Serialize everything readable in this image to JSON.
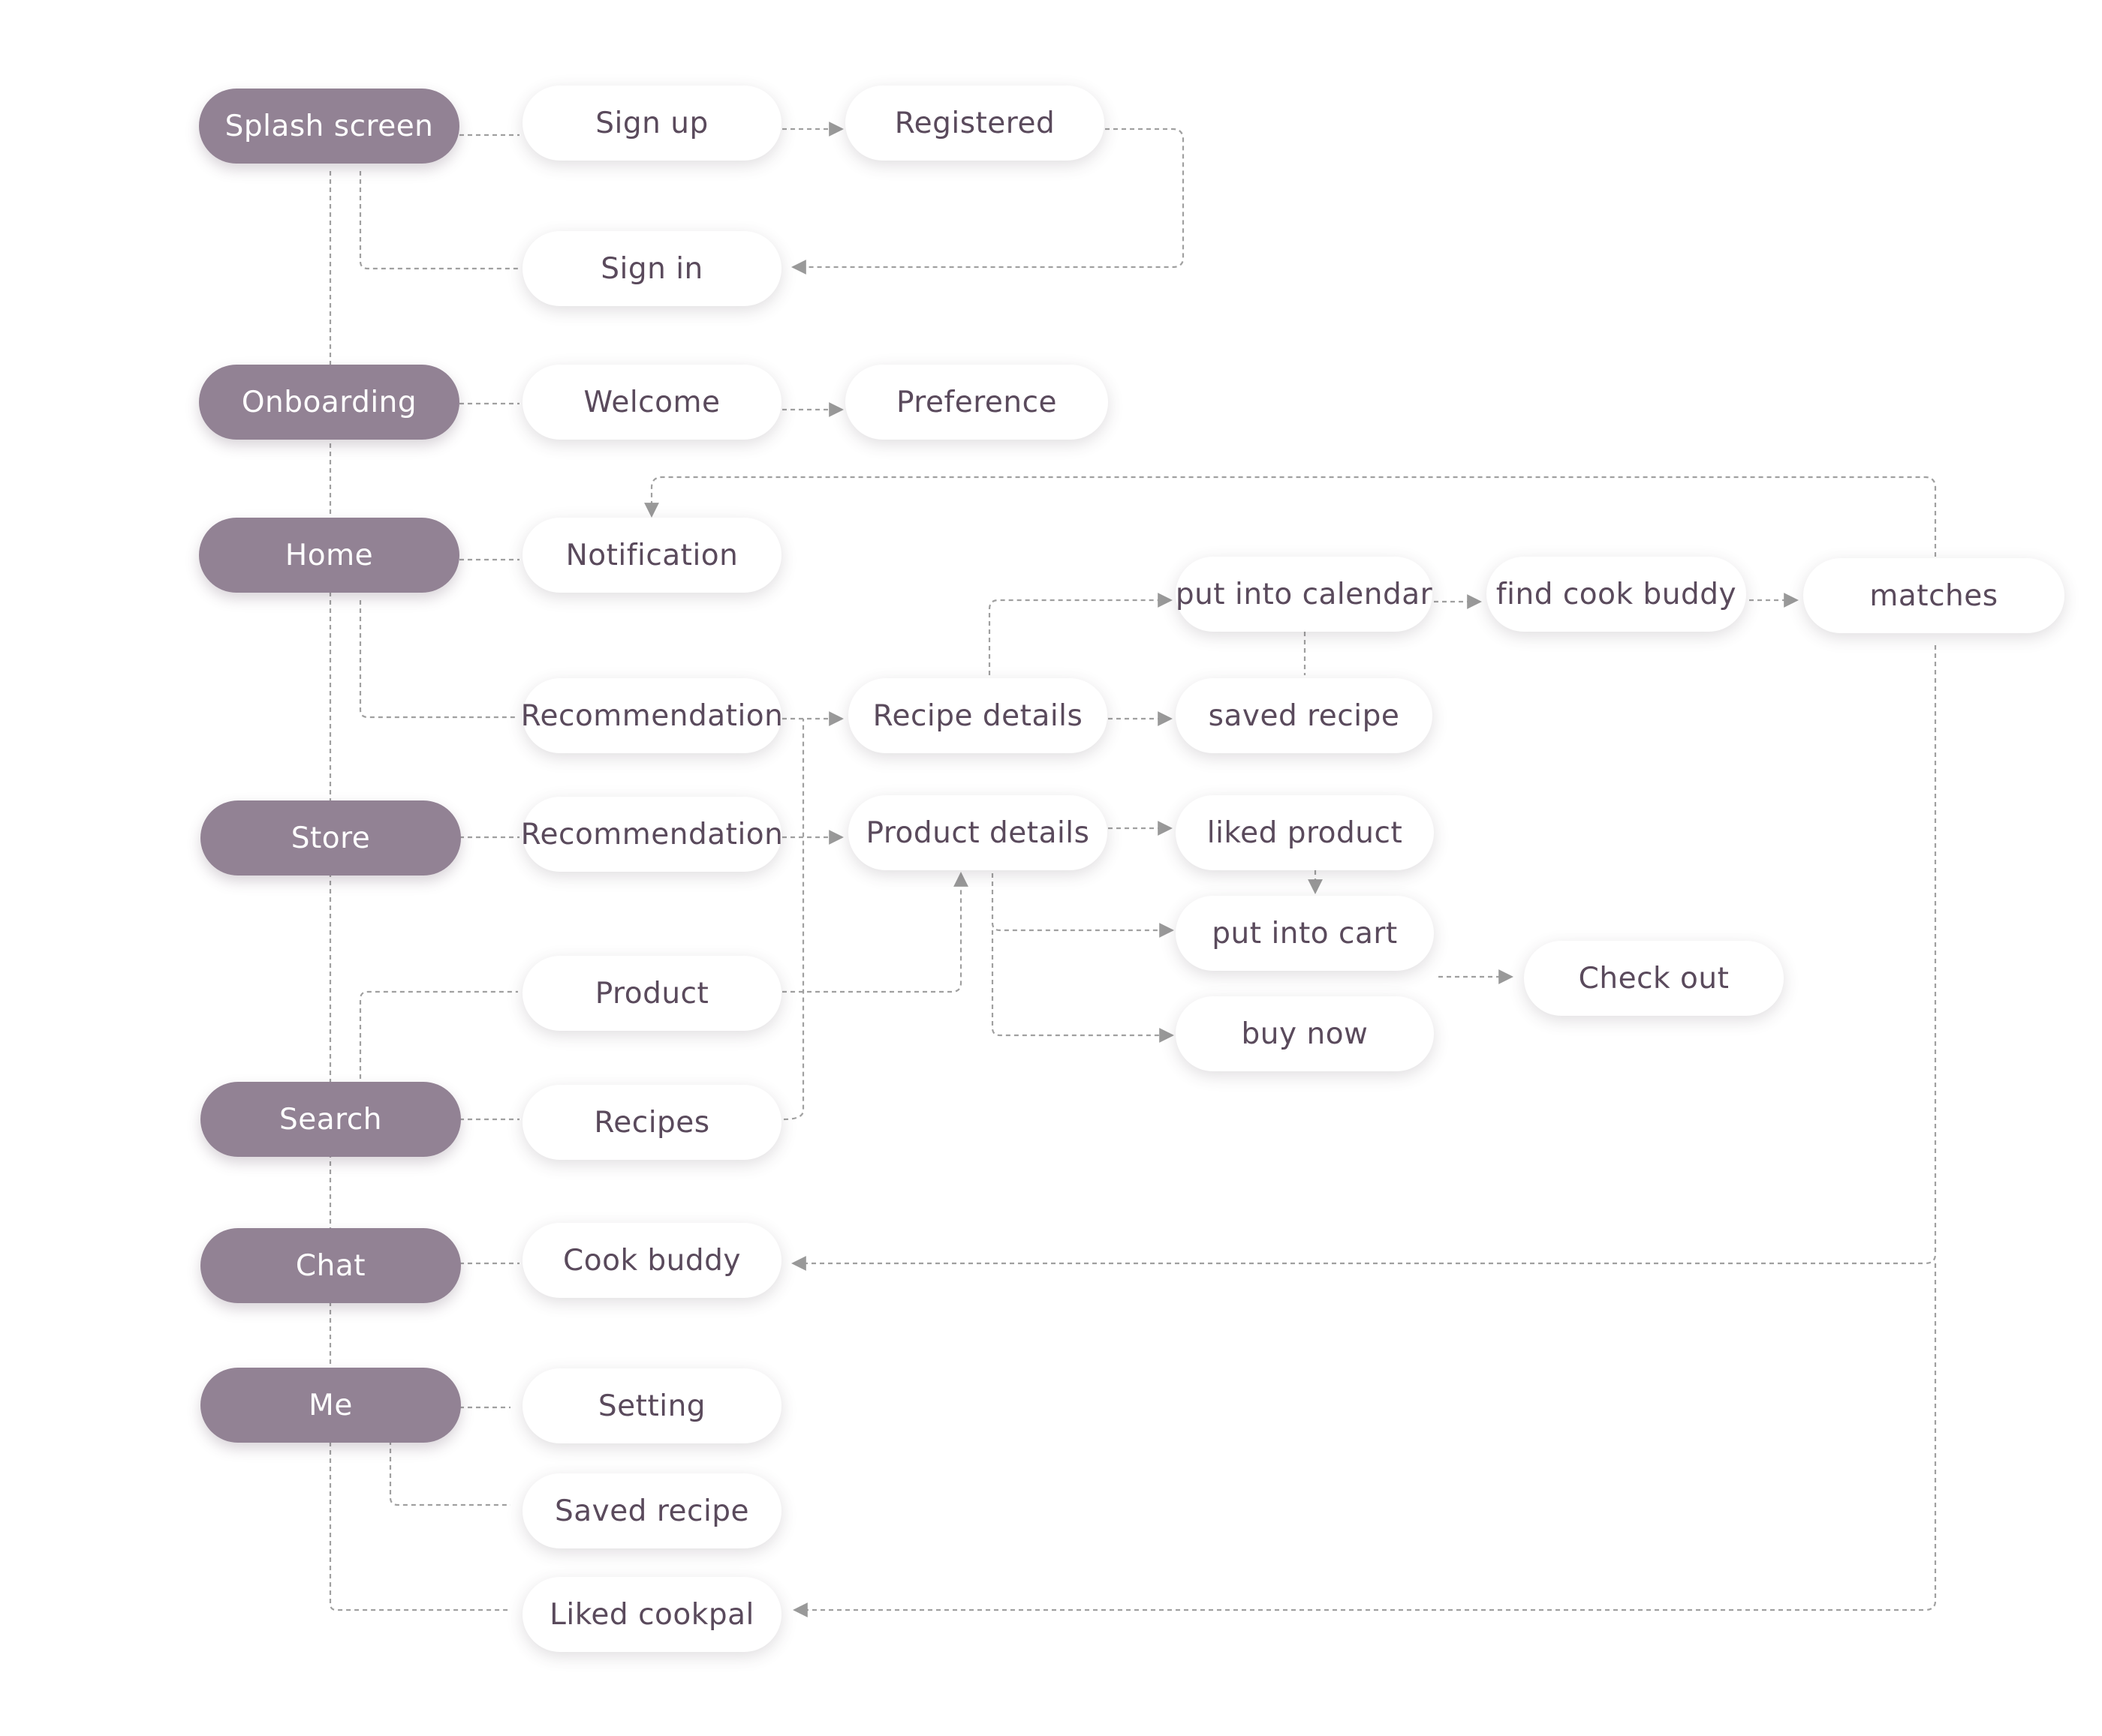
{
  "colors": {
    "primary": "#928294",
    "text": "#5a4a5c",
    "line": "#999999",
    "background": "#ffffff"
  },
  "nodes": [
    {
      "id": "splash",
      "label": "Splash screen",
      "kind": "primary"
    },
    {
      "id": "signup",
      "label": "Sign up",
      "kind": "secondary"
    },
    {
      "id": "registered",
      "label": "Registered",
      "kind": "secondary"
    },
    {
      "id": "signin",
      "label": "Sign in",
      "kind": "secondary"
    },
    {
      "id": "onboarding",
      "label": "Onboarding",
      "kind": "primary"
    },
    {
      "id": "welcome",
      "label": "Welcome",
      "kind": "secondary"
    },
    {
      "id": "preference",
      "label": "Preference",
      "kind": "secondary"
    },
    {
      "id": "home",
      "label": "Home",
      "kind": "primary"
    },
    {
      "id": "notification",
      "label": "Notification",
      "kind": "secondary"
    },
    {
      "id": "home-recommendation",
      "label": "Recommendation",
      "kind": "secondary"
    },
    {
      "id": "recipe-details",
      "label": "Recipe details",
      "kind": "secondary"
    },
    {
      "id": "put-into-calendar",
      "label": "put into calendar",
      "kind": "secondary"
    },
    {
      "id": "find-cook-buddy",
      "label": "find cook buddy",
      "kind": "secondary"
    },
    {
      "id": "matches",
      "label": "matches",
      "kind": "secondary"
    },
    {
      "id": "saved-recipe-node",
      "label": "saved recipe",
      "kind": "secondary"
    },
    {
      "id": "store",
      "label": "Store",
      "kind": "primary"
    },
    {
      "id": "store-recommendation",
      "label": "Recommendation",
      "kind": "secondary"
    },
    {
      "id": "product-details",
      "label": "Product details",
      "kind": "secondary"
    },
    {
      "id": "liked-product",
      "label": "liked product",
      "kind": "secondary"
    },
    {
      "id": "put-into-cart",
      "label": "put into cart",
      "kind": "secondary"
    },
    {
      "id": "buy-now",
      "label": "buy now",
      "kind": "secondary"
    },
    {
      "id": "check-out",
      "label": "Check out",
      "kind": "secondary"
    },
    {
      "id": "search-product",
      "label": "Product",
      "kind": "secondary"
    },
    {
      "id": "search",
      "label": "Search",
      "kind": "primary"
    },
    {
      "id": "search-recipes",
      "label": "Recipes",
      "kind": "secondary"
    },
    {
      "id": "chat",
      "label": "Chat",
      "kind": "primary"
    },
    {
      "id": "cook-buddy",
      "label": "Cook buddy",
      "kind": "secondary"
    },
    {
      "id": "me",
      "label": "Me",
      "kind": "primary"
    },
    {
      "id": "setting",
      "label": "Setting",
      "kind": "secondary"
    },
    {
      "id": "me-saved-recipe",
      "label": "Saved recipe",
      "kind": "secondary"
    },
    {
      "id": "liked-cookpal",
      "label": "Liked cookpal",
      "kind": "secondary"
    }
  ]
}
